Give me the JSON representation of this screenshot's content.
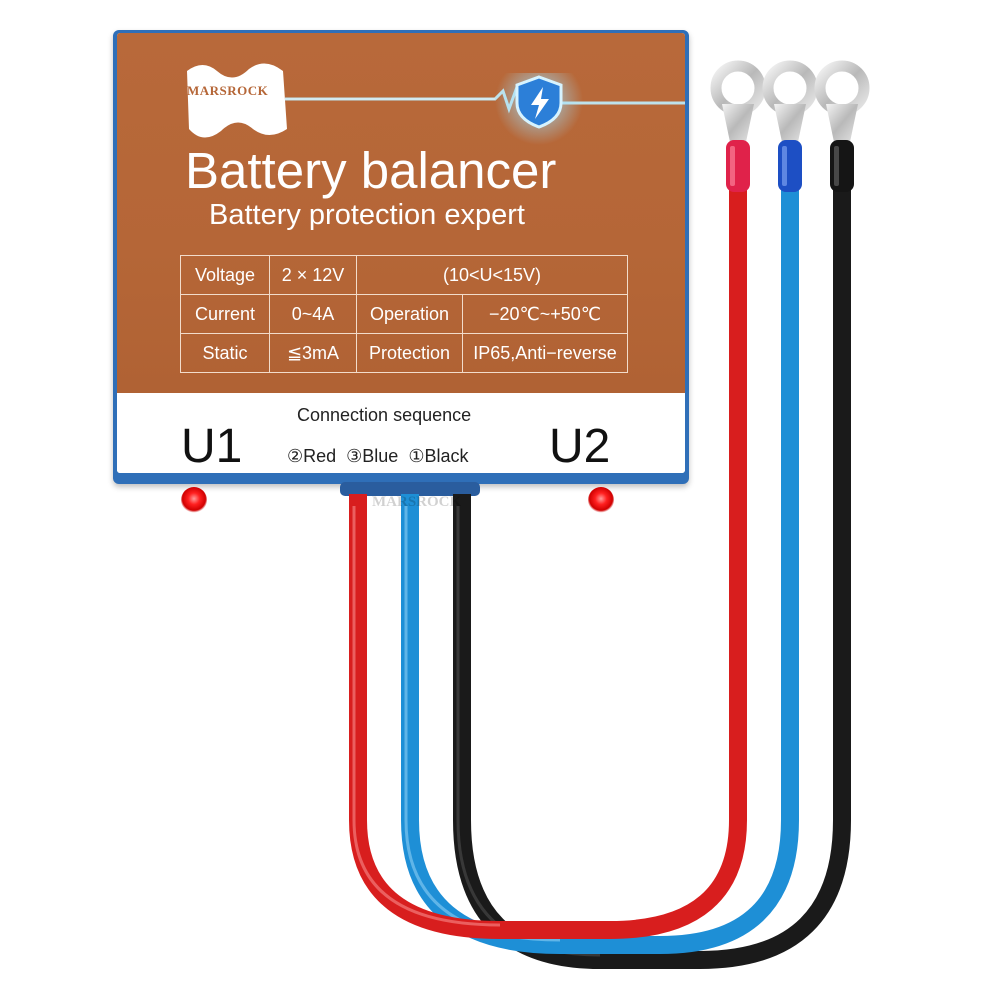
{
  "brand": {
    "name": "MARSROCK"
  },
  "product": {
    "title": "Battery balancer",
    "subtitle": "Battery protection expert"
  },
  "specs": {
    "rows": [
      [
        "Voltage",
        "2 × 12V",
        "(10<U<15V)"
      ],
      [
        "Current",
        "0~4A",
        "Operation",
        "−20℃~+50℃"
      ],
      [
        "Static",
        "≦3mA",
        "Protection",
        "IP65,Anti−reverse"
      ]
    ]
  },
  "connection": {
    "title": "Connection sequence",
    "order": "②Red  ③Blue  ①Black",
    "left_terminal": "U1",
    "right_terminal": "U2"
  },
  "colors": {
    "label_orange": "#b56637",
    "case_blue": "#2f6fb8",
    "wire_red": "#d81e1e",
    "wire_blue": "#1e8fd6",
    "wire_black": "#1a1a1a",
    "led_red": "#ff2020"
  },
  "icons": [
    "shield-lightning-icon",
    "brand-logo"
  ]
}
